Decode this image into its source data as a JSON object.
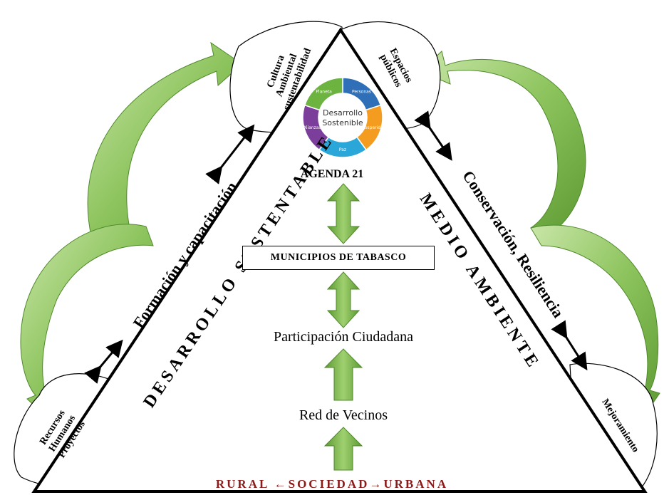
{
  "callouts": {
    "top_left": [
      "Cultura",
      "Ambiental",
      "sustentabilidad"
    ],
    "top_right": [
      "Espacios",
      "públicos"
    ],
    "bottom_left": [
      "Recursos",
      "Humanos",
      "Proyectos"
    ],
    "bottom_right": [
      "Mejoramiento"
    ]
  },
  "sides": {
    "left_title": "DESARROLLO SUSTENTABLE",
    "left_subtitle": "Formación y capacitación",
    "right_title": "MEDIO AMBIENTE",
    "right_subtitle": "Conservación, Resiliencia"
  },
  "center": {
    "agenda": "AGENDA 21",
    "municipios": "MUNICIPIOS DE TABASCO",
    "participacion": "Participación Ciudadana",
    "red_vecinos": "Red de Vecinos"
  },
  "bottom": {
    "text": "RURAL ←SOCIEDAD→URBANA"
  },
  "wheel": {
    "center_line1": "Desarrollo",
    "center_line2": "Sostenible",
    "segments": [
      {
        "label": "Personas",
        "color": "#2e6fb7"
      },
      {
        "label": "Prosperidad",
        "color": "#f39c1f"
      },
      {
        "label": "Paz",
        "color": "#2aa7d8"
      },
      {
        "label": "Alianzas",
        "color": "#7b3f9b"
      },
      {
        "label": "Planeta",
        "color": "#6cb33f"
      }
    ]
  },
  "colors": {
    "arrow_green": "#7ab648",
    "arrow_green_dark": "#4f8a2a",
    "bottom_text": "#8b1a1a"
  }
}
